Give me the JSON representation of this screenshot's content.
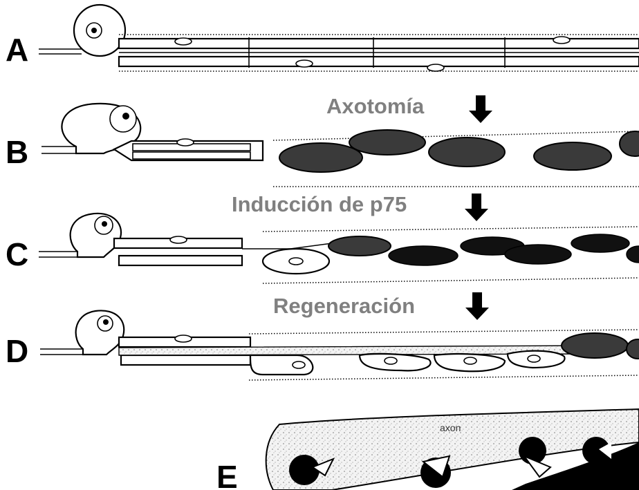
{
  "panels": [
    {
      "letter": "A"
    },
    {
      "letter": "B",
      "step_label": "Axotomía"
    },
    {
      "letter": "C",
      "step_label": "Inducción de p75"
    },
    {
      "letter": "D",
      "step_label": "Regeneración"
    },
    {
      "letter": "E",
      "inset_label": "axon"
    }
  ],
  "colors": {
    "ink": "#000000",
    "step_label": "#808080",
    "background": "#ffffff"
  },
  "icons": [
    "down-arrow-icon"
  ]
}
